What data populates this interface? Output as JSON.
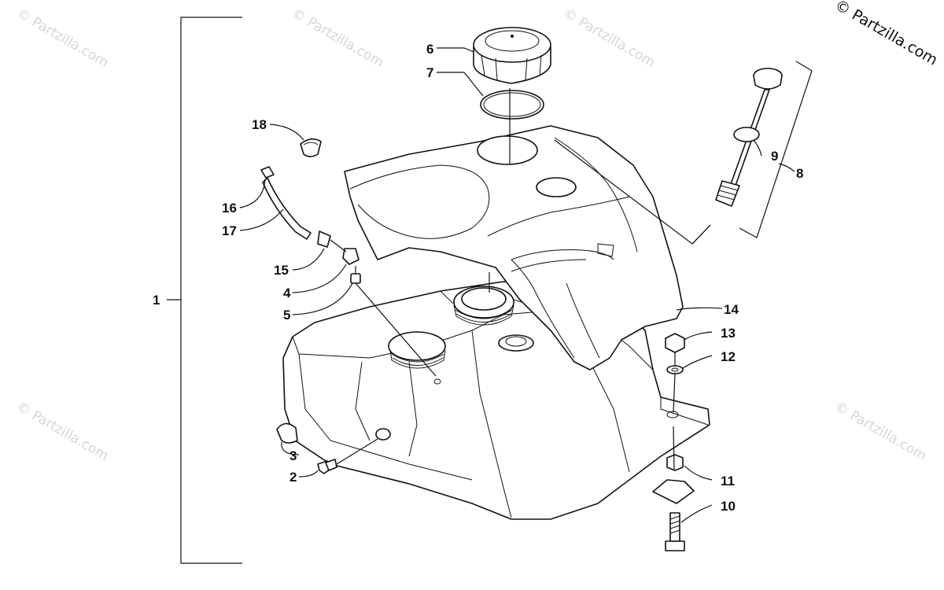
{
  "watermark": "© Partzilla.com",
  "copyright": "© Partzilla.com",
  "callouts": [
    {
      "id": "1",
      "text": "1"
    },
    {
      "id": "2",
      "text": "2"
    },
    {
      "id": "3",
      "text": "3"
    },
    {
      "id": "4",
      "text": "4"
    },
    {
      "id": "5",
      "text": "5"
    },
    {
      "id": "6",
      "text": "6"
    },
    {
      "id": "7",
      "text": "7"
    },
    {
      "id": "8",
      "text": "8"
    },
    {
      "id": "9",
      "text": "9"
    },
    {
      "id": "10",
      "text": "10"
    },
    {
      "id": "11",
      "text": "11"
    },
    {
      "id": "12",
      "text": "12"
    },
    {
      "id": "13",
      "text": "13"
    },
    {
      "id": "14",
      "text": "14"
    },
    {
      "id": "15",
      "text": "15"
    },
    {
      "id": "16",
      "text": "16"
    },
    {
      "id": "17",
      "text": "17"
    },
    {
      "id": "18",
      "text": "18"
    }
  ]
}
